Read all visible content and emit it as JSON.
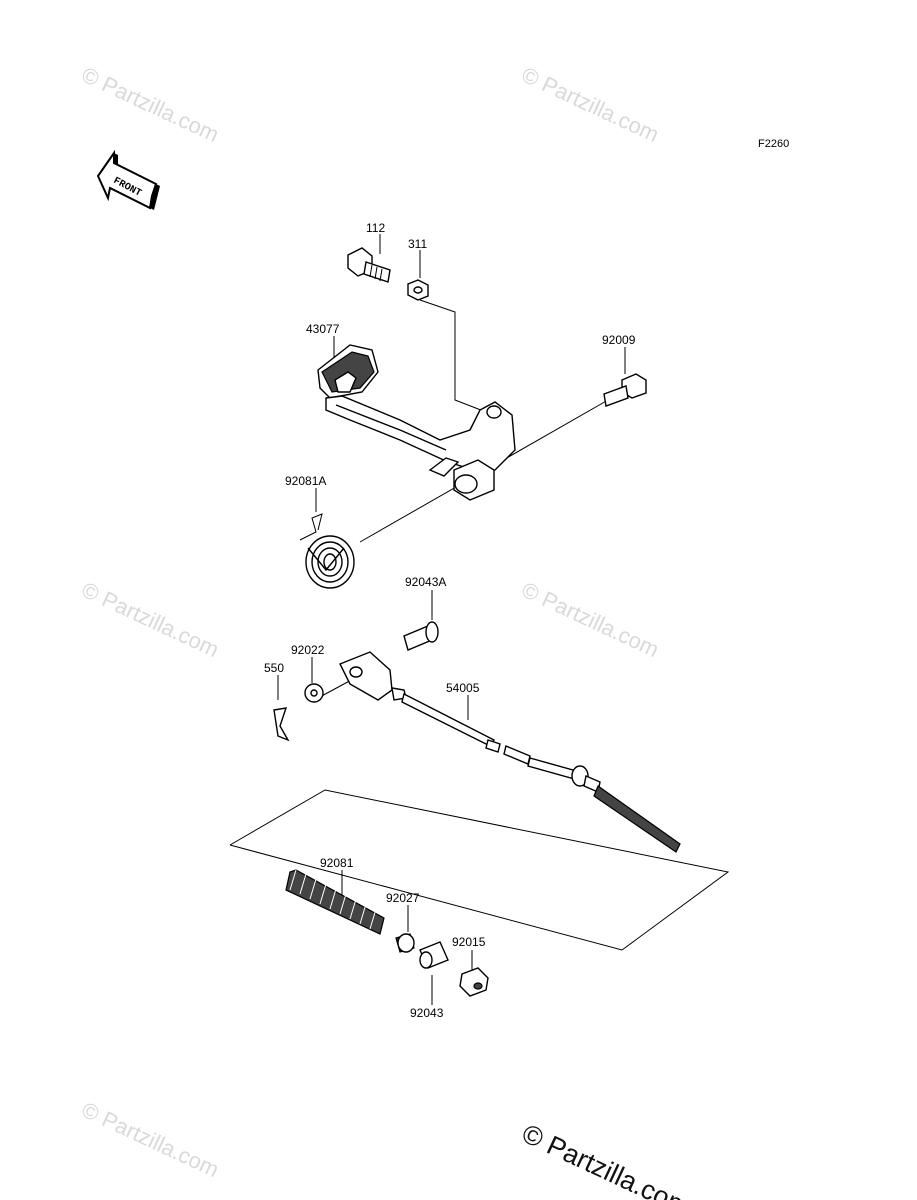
{
  "figure_code": "F2260",
  "front_label": "FRONT",
  "watermark": {
    "text": "© Partzilla.com",
    "main_text": "© Partzilla.com"
  },
  "parts": [
    {
      "id": "bolt",
      "label": "112"
    },
    {
      "id": "nut",
      "label": "311"
    },
    {
      "id": "pedal",
      "label": "43077"
    },
    {
      "id": "pivot-bolt",
      "label": "92009"
    },
    {
      "id": "return-spring",
      "label": "92081A"
    },
    {
      "id": "clevis-pin",
      "label": "92043A"
    },
    {
      "id": "washer",
      "label": "92022"
    },
    {
      "id": "cotter-pin",
      "label": "550"
    },
    {
      "id": "brake-rod",
      "label": "54005"
    },
    {
      "id": "rod-spring",
      "label": "92081"
    },
    {
      "id": "collar",
      "label": "92027"
    },
    {
      "id": "adjuster-pin",
      "label": "92043"
    },
    {
      "id": "adjust-nut",
      "label": "92015"
    }
  ],
  "colors": {
    "ink": "#000000",
    "watermark": "#d9d9d9"
  }
}
